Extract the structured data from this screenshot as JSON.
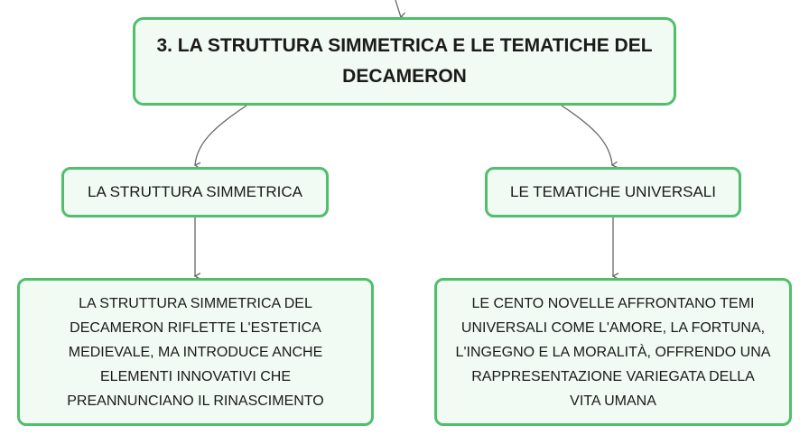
{
  "map": {
    "root": {
      "title": "3. LA STRUTTURA SIMMETRICA E LE TEMATICHE DEL DECAMERON"
    },
    "branches": [
      {
        "label": "LA STRUTTURA SIMMETRICA",
        "detail": "LA STRUTTURA SIMMETRICA DEL DECAMERON RIFLETTE L'ESTETICA MEDIEVALE, MA INTRODUCE ANCHE ELEMENTI INNOVATIVI CHE PREANNUNCIANO IL RINASCIMENTO"
      },
      {
        "label": "LE TEMATICHE UNIVERSALI",
        "detail": "LE CENTO NOVELLE AFFRONTANO TEMI UNIVERSALI COME L'AMORE, LA FORTUNA, L'INGEGNO E LA MORALITÀ, OFFRENDO UNA RAPPRESENTAZIONE VARIEGATA DELLA VITA UMANA"
      }
    ]
  },
  "colors": {
    "node_border": "#4fbf6a",
    "node_fill": "#f1faf3",
    "connector": "#666666"
  }
}
